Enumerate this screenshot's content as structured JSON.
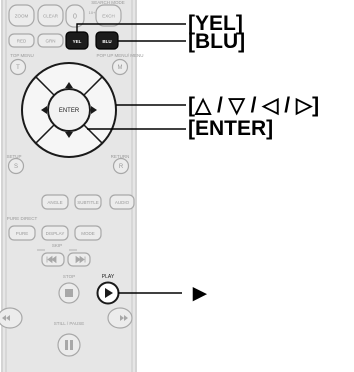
{
  "remote": {
    "row1": [
      "ZOOM",
      "CLEAR",
      "0",
      "SEARCH MODE",
      "10+",
      "EXCH"
    ],
    "row2": [
      "RED",
      "GRN",
      "YEL",
      "BLU"
    ],
    "top_menu": "TOP MENU",
    "top_menu_key": "T",
    "popup_menu": "POP UP MENU/ MENU",
    "popup_menu_key": "M",
    "enter": "ENTER",
    "setup": "SETUP",
    "setup_key": "S",
    "return": "RETURN",
    "return_key": "R",
    "row_angle": [
      "ANGLE",
      "SUBTITLE",
      "AUDIO"
    ],
    "pure_direct": "PURE DIRECT",
    "row_pure": [
      "PURE",
      "DISPLAY",
      "MODE"
    ],
    "skip": "SKIP",
    "stop": "STOP",
    "play": "PLAY",
    "still_pause": "STILL / PAUSE"
  },
  "callouts": {
    "yel": "[YEL]",
    "blu": "[BLU]",
    "arrows": "[△ / ▽ / ◁ / ▷]",
    "enter": "[ENTER]",
    "play": "►"
  }
}
